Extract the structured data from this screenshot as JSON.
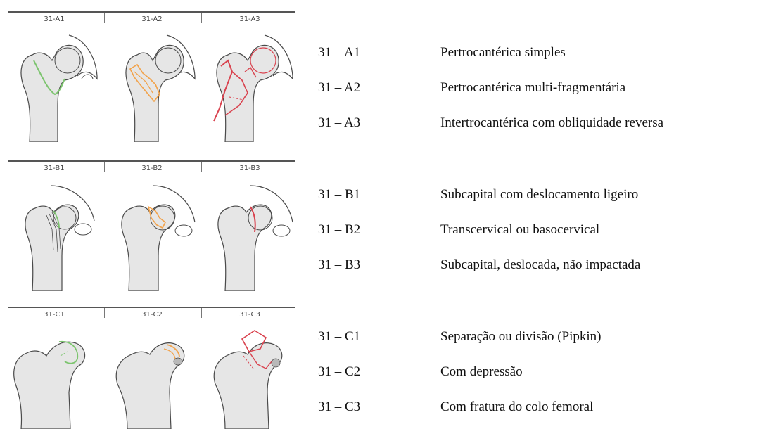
{
  "colors": {
    "groupA": "#7cc46e",
    "groupA2": "#f2a24a",
    "groupA3": "#d9434f",
    "bone": "#e6e6e6",
    "outline": "#4a4a4a"
  },
  "groups": [
    {
      "panels": [
        {
          "label": "31-A1",
          "color": "#7cc46e"
        },
        {
          "label": "31-A2",
          "color": "#f2a24a"
        },
        {
          "label": "31-A3",
          "color": "#d9434f"
        }
      ],
      "rows": [
        {
          "code": "31 – A1",
          "desc": "Pertrocantérica simples"
        },
        {
          "code": "31 – A2",
          "desc": "Pertrocantérica multi-fragmentária"
        },
        {
          "code": "31 – A3",
          "desc": "Intertrocantérica com obliquidade reversa"
        }
      ]
    },
    {
      "panels": [
        {
          "label": "31-B1",
          "color": "#7cc46e"
        },
        {
          "label": "31-B2",
          "color": "#f2a24a"
        },
        {
          "label": "31-B3",
          "color": "#d9434f"
        }
      ],
      "rows": [
        {
          "code": "31 – B1",
          "desc": "Subcapital com deslocamento ligeiro"
        },
        {
          "code": "31 – B2",
          "desc": "Transcervical ou basocervical"
        },
        {
          "code": "31 – B3",
          "desc": "Subcapital, deslocada, não impactada"
        }
      ]
    },
    {
      "panels": [
        {
          "label": "31-C1",
          "color": "#7cc46e"
        },
        {
          "label": "31-C2",
          "color": "#f2a24a"
        },
        {
          "label": "31-C3",
          "color": "#d9434f"
        }
      ],
      "rows": [
        {
          "code": "31 – C1",
          "desc": "Separação ou divisão (Pipkin)"
        },
        {
          "code": "31 – C2",
          "desc": "Com depressão"
        },
        {
          "code": "31 – C3",
          "desc": "Com fratura do colo femoral"
        }
      ]
    }
  ]
}
